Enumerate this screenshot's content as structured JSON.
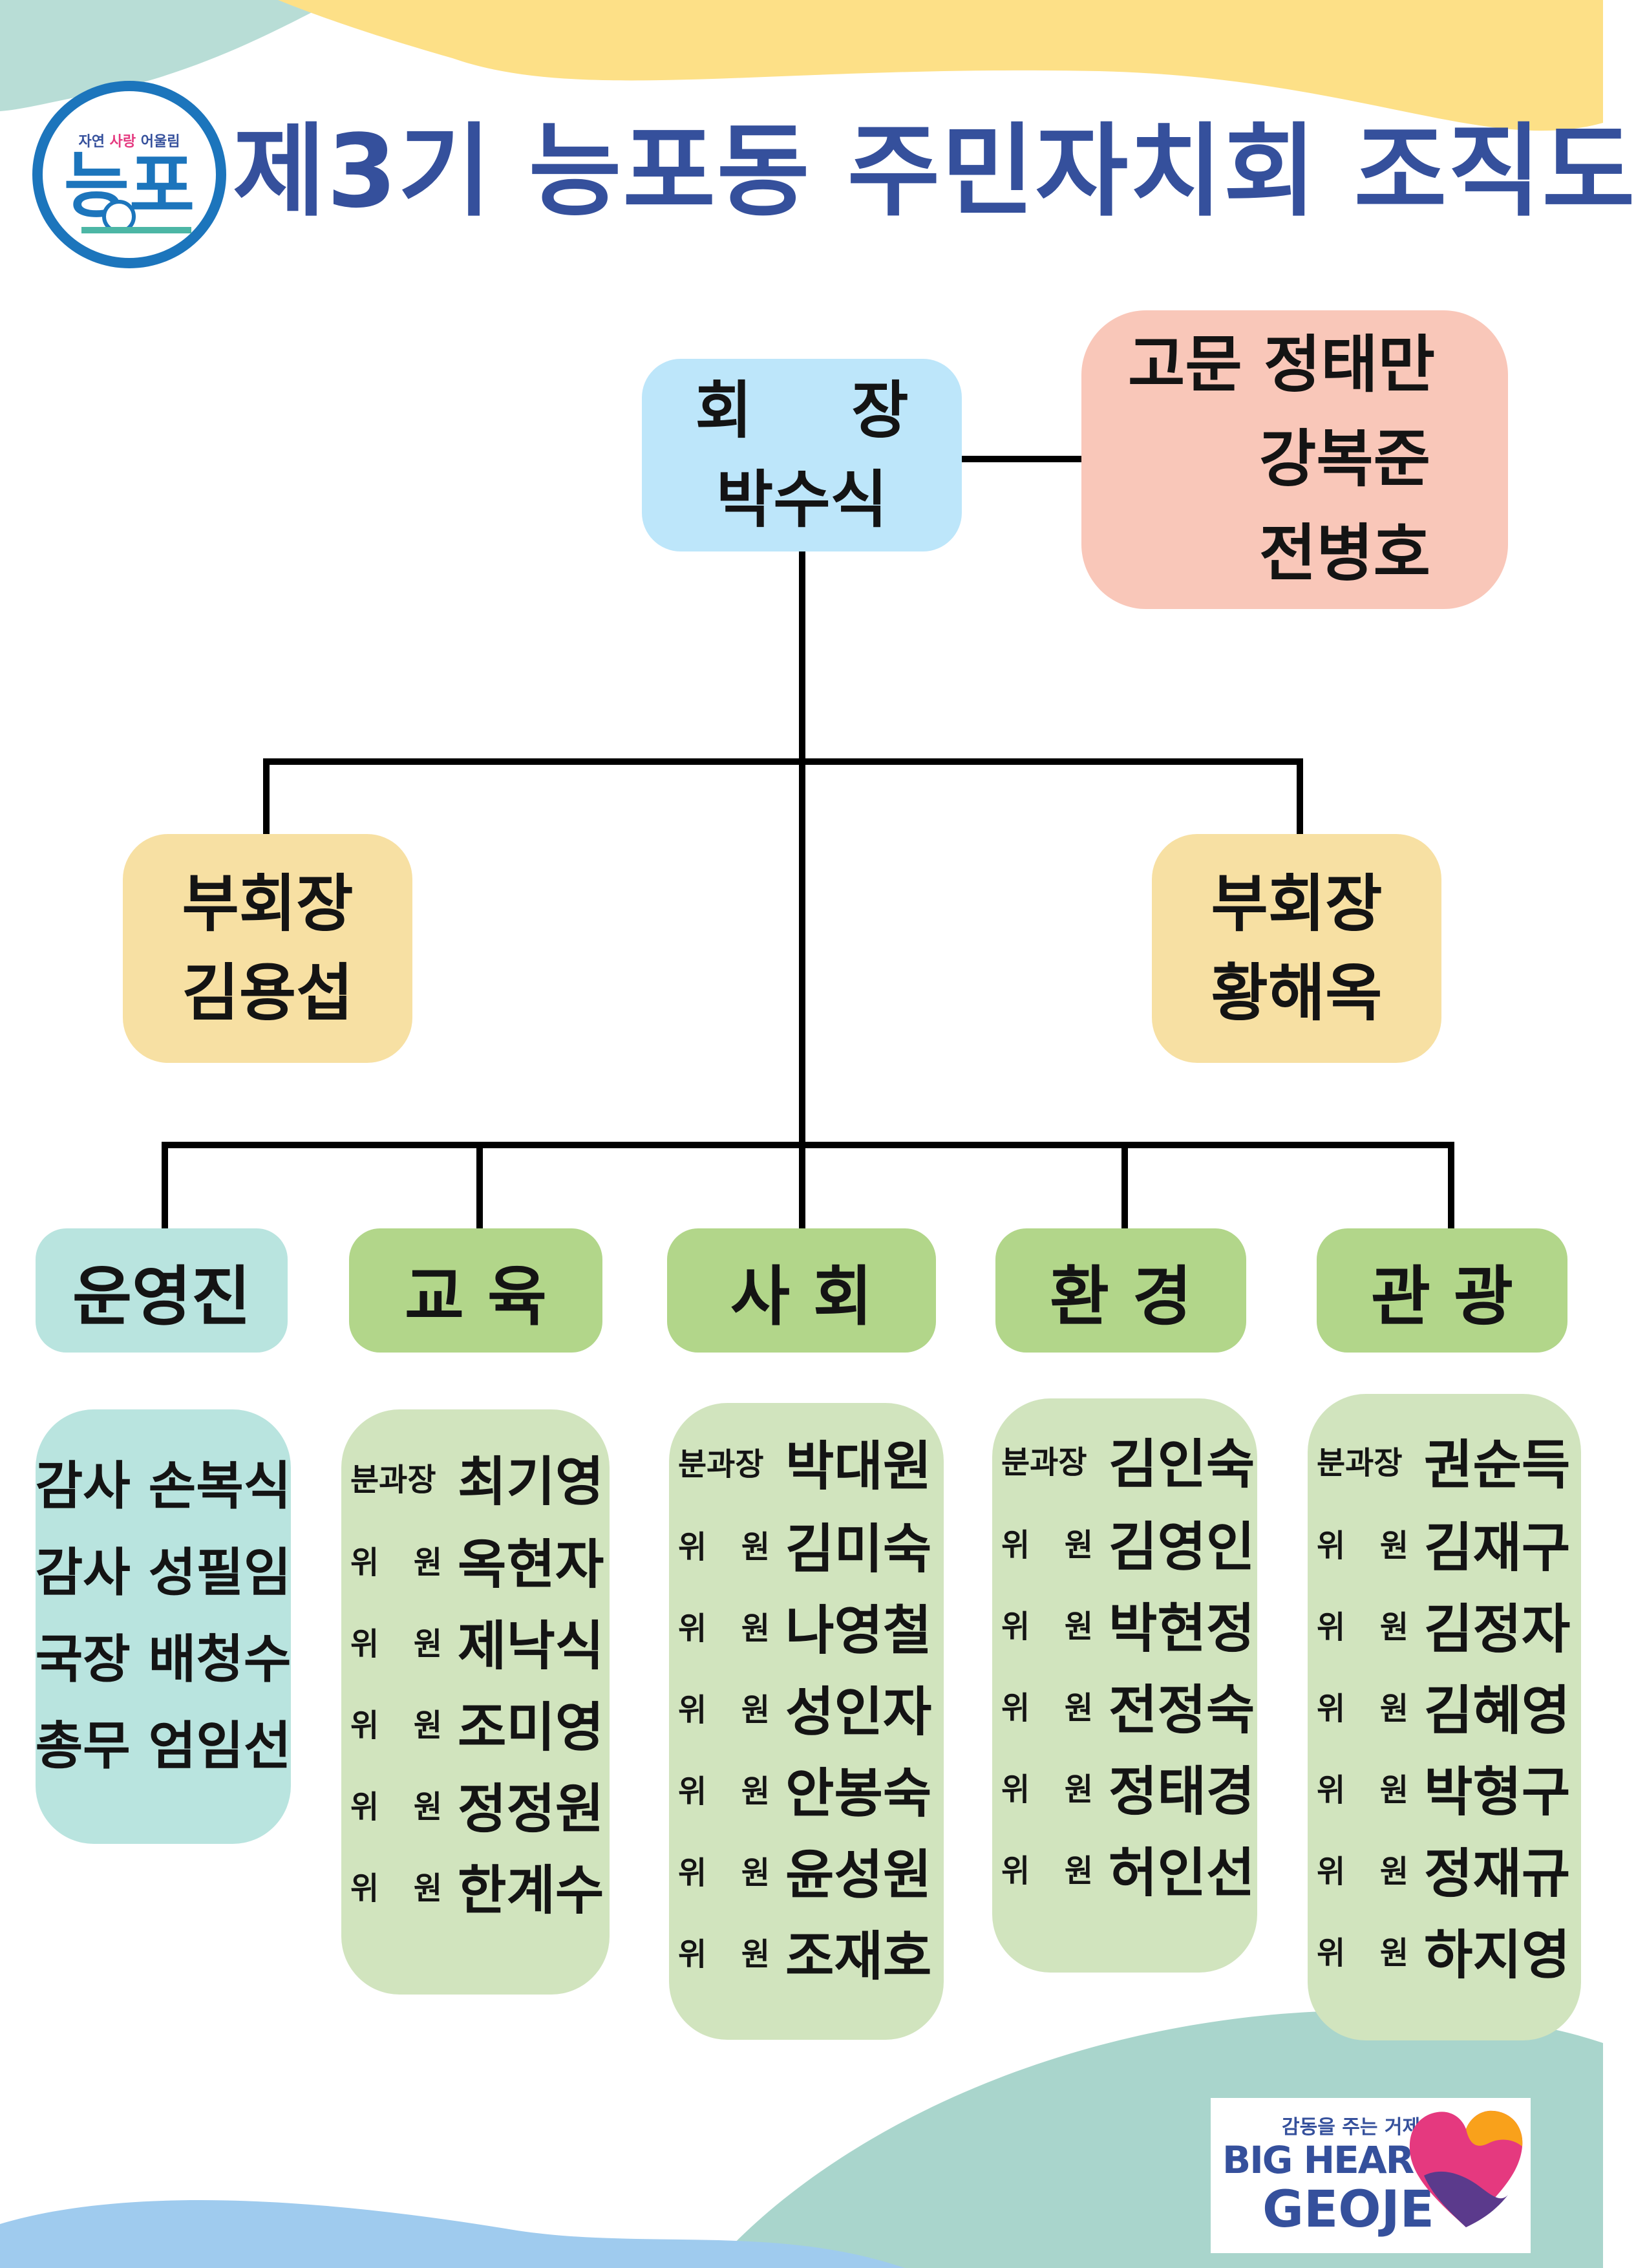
{
  "title": "제3기 능포동 주민자치회 조직도",
  "logo": {
    "tagline_before": "자연 ",
    "tagline_love": "사랑",
    "tagline_after": " 어울림",
    "main": "능포"
  },
  "chairman": {
    "role": "회 장",
    "name": "박수식"
  },
  "advisor": {
    "line1": "고문 정태만",
    "line2": "강복준",
    "line3": "전병호"
  },
  "vice_chair_left": {
    "role": "부회장",
    "name": "김용섭"
  },
  "vice_chair_right": {
    "role": "부회장",
    "name": "황해옥"
  },
  "departments": [
    {
      "label": "운영진"
    },
    {
      "label": "교육"
    },
    {
      "label": "사회"
    },
    {
      "label": "환경"
    },
    {
      "label": "관광"
    }
  ],
  "staff": [
    "감사 손복식",
    "감사 성필임",
    "국장 배청수",
    "총무 엄임선"
  ],
  "role_labels": {
    "head": "분과장",
    "member_a": "위",
    "member_b": "원"
  },
  "committees": {
    "education": {
      "head": "최기영",
      "members": [
        "옥현자",
        "제낙식",
        "조미영",
        "정정원",
        "한계수"
      ]
    },
    "society": {
      "head": "박대원",
      "members": [
        "김미숙",
        "나영철",
        "성인자",
        "안봉숙",
        "윤성원",
        "조재호"
      ]
    },
    "environment": {
      "head": "김인숙",
      "members": [
        "김영인",
        "박현정",
        "전정숙",
        "정태경",
        "허인선"
      ]
    },
    "tourism": {
      "head": "권순득",
      "members": [
        "김재구",
        "김정자",
        "김혜영",
        "박형구",
        "정재규",
        "하지영"
      ]
    }
  },
  "brand": {
    "tagline": "감동을 주는 거제",
    "big": "BIG HEART",
    "city": "GEOJE"
  },
  "colors": {
    "title": "#35509c",
    "chair_box": "#bde6fa",
    "advisor_box": "#f9c7b9",
    "vice_box": "#f7e0a3",
    "dept_staff": "#b9e4df",
    "dept_committee": "#b2d68a",
    "member_staff": "#b9e4df",
    "member_committee": "#d1e4be",
    "deco_yellow": "#fde087",
    "deco_teal": "#a9d5cc",
    "deco_blue": "#9fcbee"
  }
}
